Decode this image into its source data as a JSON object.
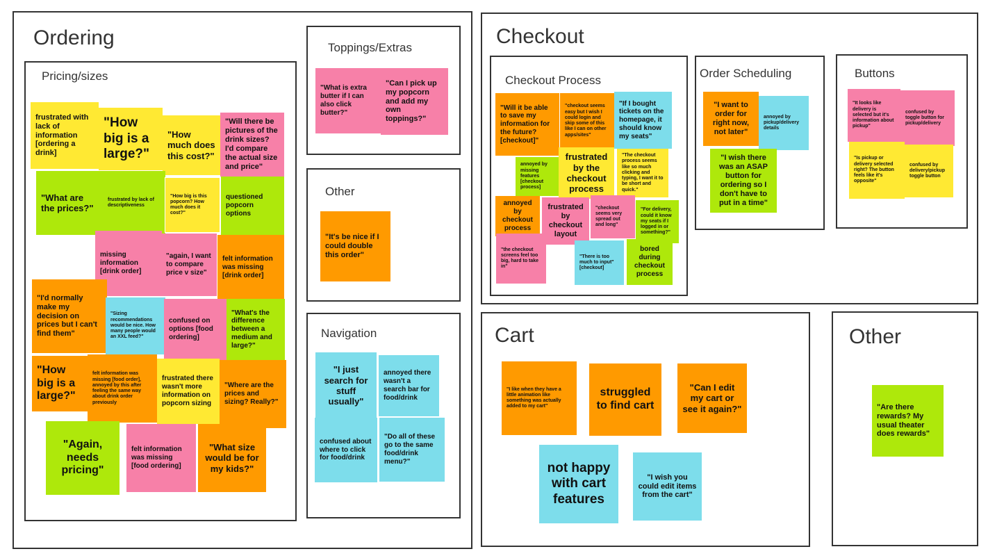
{
  "sections": {
    "ordering": "Ordering",
    "pricing_sizes": "Pricing/sizes",
    "toppings_extras": "Toppings/Extras",
    "other_small": "Other",
    "navigation": "Navigation",
    "checkout": "Checkout",
    "checkout_process": "Checkout Process",
    "order_scheduling": "Order Scheduling",
    "buttons": "Buttons",
    "cart": "Cart",
    "other_big": "Other"
  },
  "colors": {
    "yellow": "#ffe933",
    "pink": "#f780a8",
    "green": "#aee80b",
    "orange": "#ff9a00",
    "blue": "#7dddeb"
  },
  "notes": {
    "pricing": [
      "frustrated with lack of information [ordering a drink]",
      "\"How big is a large?\"",
      "\"How much does this cost?\"",
      "\"Will there be pictures of the drink sizes? I'd compare the actual size and price\"",
      "\"What are the prices?\"",
      "frustrated by lack of descriptiveness",
      "\"How big is this popcorn? How much does it cost?\"",
      "questioned popcorn options",
      "missing information [drink order]",
      "\"again, I want to compare price v size\"",
      "felt information was missing [drink order]",
      "\"I'd normally make my decision on prices but I can't find them\"",
      "\"Sizing recommendations would be nice. How many people would an XXL feed?\"",
      "confused on options [food ordering]",
      "\"What's the difference between a medium and large?\"",
      "\"How big is a large?\"",
      "felt information was missing [food order], annoyed by this after feeling the same way about drink order previously",
      "frustrated there wasn't more information on popcorn sizing",
      "\"Where are the prices and sizing? Really?\"",
      "\"Again, needs pricing\"",
      "felt information was missing [food ordering]",
      "\"What size would be for my kids?\""
    ],
    "toppings": [
      "\"What is extra butter if I can also click butter?\"",
      "\"Can I pick up my popcorn and add my own toppings?\""
    ],
    "other_small": [
      "\"It's be nice if I could double this order\""
    ],
    "navigation": [
      "\"I just search for stuff usually\"",
      "annoyed there wasn't a search bar for food/drink",
      "confused about where to click for food/drink",
      "\"Do all of these go to the same food/drink menu?\""
    ],
    "checkout_process": [
      "\"Will it be able to save my information for the future? [checkout]\"",
      "\"checkout seems easy but I wish I could login and skip some of this like I can on other apps/sites\"",
      "\"If I bought tickets on the homepage, it should know my seats\"",
      "annoyed by missing features [checkout process]",
      "frustrated by the checkout process",
      "\"The checkout process seems like so much clicking and typing, I want it to be short and quick.\"",
      "annoyed by checkout process",
      "frustrated by checkout layout",
      "\"checkout seems very spread out and long\"",
      "\"For delivery, could it know my seats if I logged in or something?\"",
      "\"the checkout screens feel too big, hard to take in\"",
      "\"There is too much to input\" [checkout]",
      "bored during checkout process"
    ],
    "scheduling": [
      "\"I want to order for right now, not later\"",
      "annoyed by pickup/delivery details",
      "\"I wish there was an ASAP button for ordering so I don't have to put in a time\""
    ],
    "buttons": [
      "\"It looks like delivery is selected but it's information about pickup\"",
      "confused by toggle button for pickup/delivery",
      "\"Is pickup or delivery selected right? The button feels like it's opposite\"",
      "confused by delivery/pickup toggle button"
    ],
    "cart": [
      "\"I like when they have a little animation like something was actually added to my cart\"",
      "struggled to find cart",
      "\"Can I edit my cart or see it again?\"",
      "not happy with cart features",
      "\"I wish you could edit items from the cart\""
    ],
    "other_big": [
      "\"Are there rewards? My usual theater does rewards\""
    ]
  }
}
